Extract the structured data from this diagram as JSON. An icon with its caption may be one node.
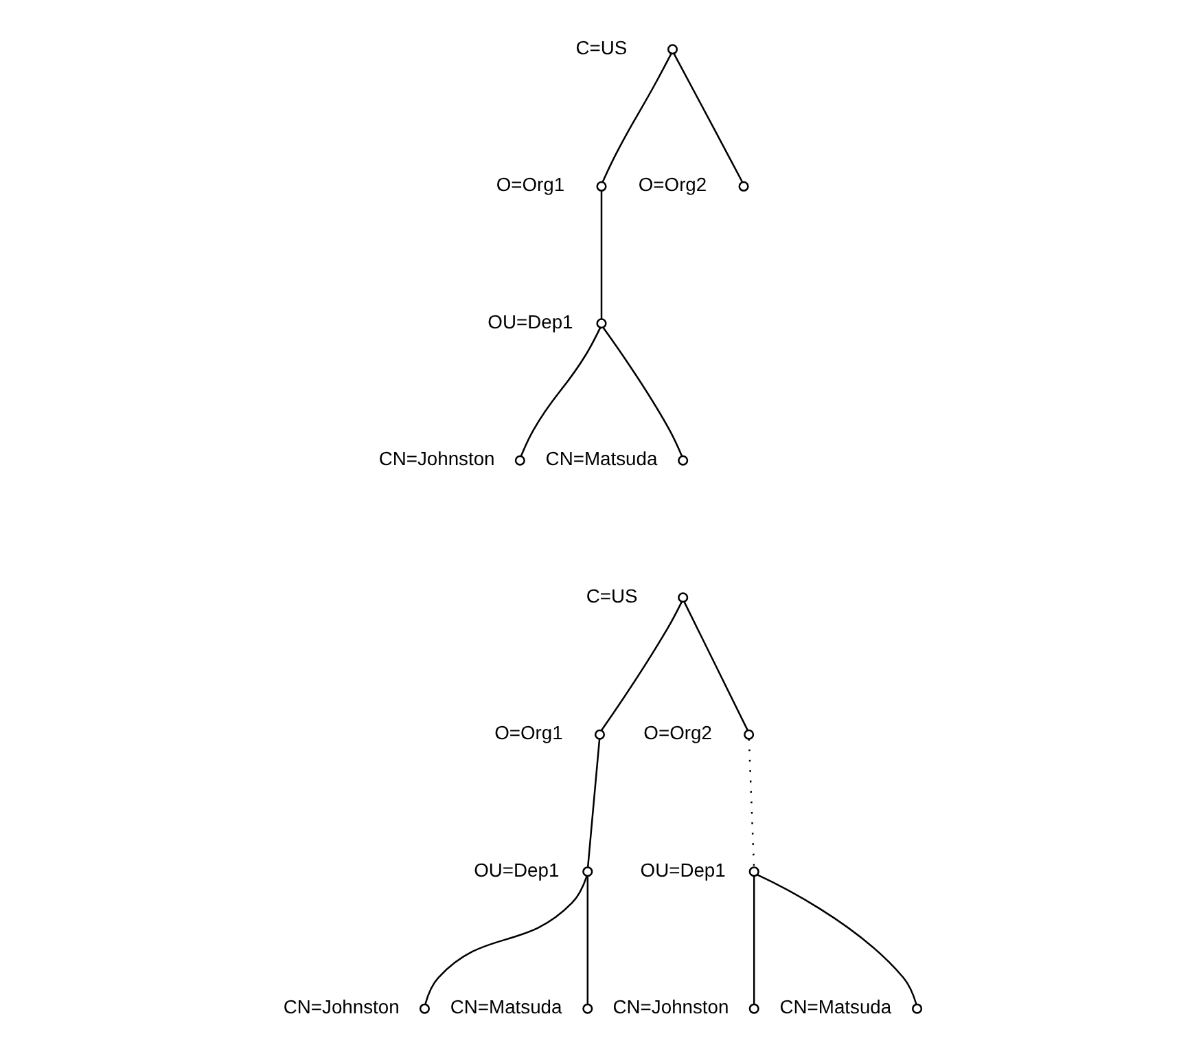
{
  "diagram": {
    "nodes": [
      {
        "text": [],
        "shape": "circle",
        "beside": [
          "C=US"
        ]
      },
      {
        "text": [],
        "shape": "circle",
        "beside": [
          "O=Org1"
        ]
      },
      {
        "text": [],
        "shape": "circle",
        "beside": [
          "O=Org2"
        ]
      },
      {
        "text": [],
        "shape": "circle",
        "beside": [
          "OU=Dep1"
        ]
      },
      {
        "text": [],
        "shape": "circle",
        "beside": [
          "CN=Johnston"
        ]
      },
      {
        "text": [],
        "shape": "circle",
        "beside": [
          "CN=Matsuda"
        ]
      },
      {
        "text": [],
        "shape": "circle",
        "beside": [
          "C=US"
        ]
      },
      {
        "text": [],
        "shape": "circle",
        "beside": [
          "O=Org1"
        ]
      },
      {
        "text": [],
        "shape": "circle",
        "beside": [
          "O=Org2"
        ]
      },
      {
        "text": [],
        "shape": "circle",
        "beside": [
          "OU=Dep1"
        ]
      },
      {
        "text": [],
        "shape": "circle",
        "beside": [
          "OU=Dep1"
        ]
      },
      {
        "text": [],
        "shape": "circle",
        "beside": [
          "CN=Johnston"
        ]
      },
      {
        "text": [],
        "shape": "circle",
        "beside": [
          "CN=Matsuda"
        ]
      },
      {
        "text": [],
        "shape": "circle",
        "beside": [
          "CN=Johnston"
        ]
      },
      {
        "text": [],
        "shape": "circle",
        "beside": [
          "CN=Matsuda"
        ]
      }
    ],
    "edges": [
      {
        "from": 0,
        "to": 1,
        "arrow": "none"
      },
      {
        "from": 0,
        "to": 2,
        "arrow": "none"
      },
      {
        "from": 1,
        "to": 3,
        "arrow": "none"
      },
      {
        "from": 3,
        "to": 4,
        "arrow": "none"
      },
      {
        "from": 3,
        "to": 5,
        "arrow": "none"
      },
      {
        "from": 6,
        "to": 7,
        "arrow": "none"
      },
      {
        "from": 6,
        "to": 8,
        "arrow": "none"
      },
      {
        "from": 7,
        "to": 9,
        "arrow": "none"
      },
      {
        "from": 8,
        "to": 10,
        "arrow": "none",
        "style": "dashed"
      },
      {
        "from": 9,
        "to": 11,
        "arrow": "none"
      },
      {
        "from": 9,
        "to": 12,
        "arrow": "none"
      },
      {
        "from": 10,
        "to": 13,
        "arrow": "none"
      },
      {
        "from": 10,
        "to": 14,
        "arrow": "none"
      }
    ]
  }
}
